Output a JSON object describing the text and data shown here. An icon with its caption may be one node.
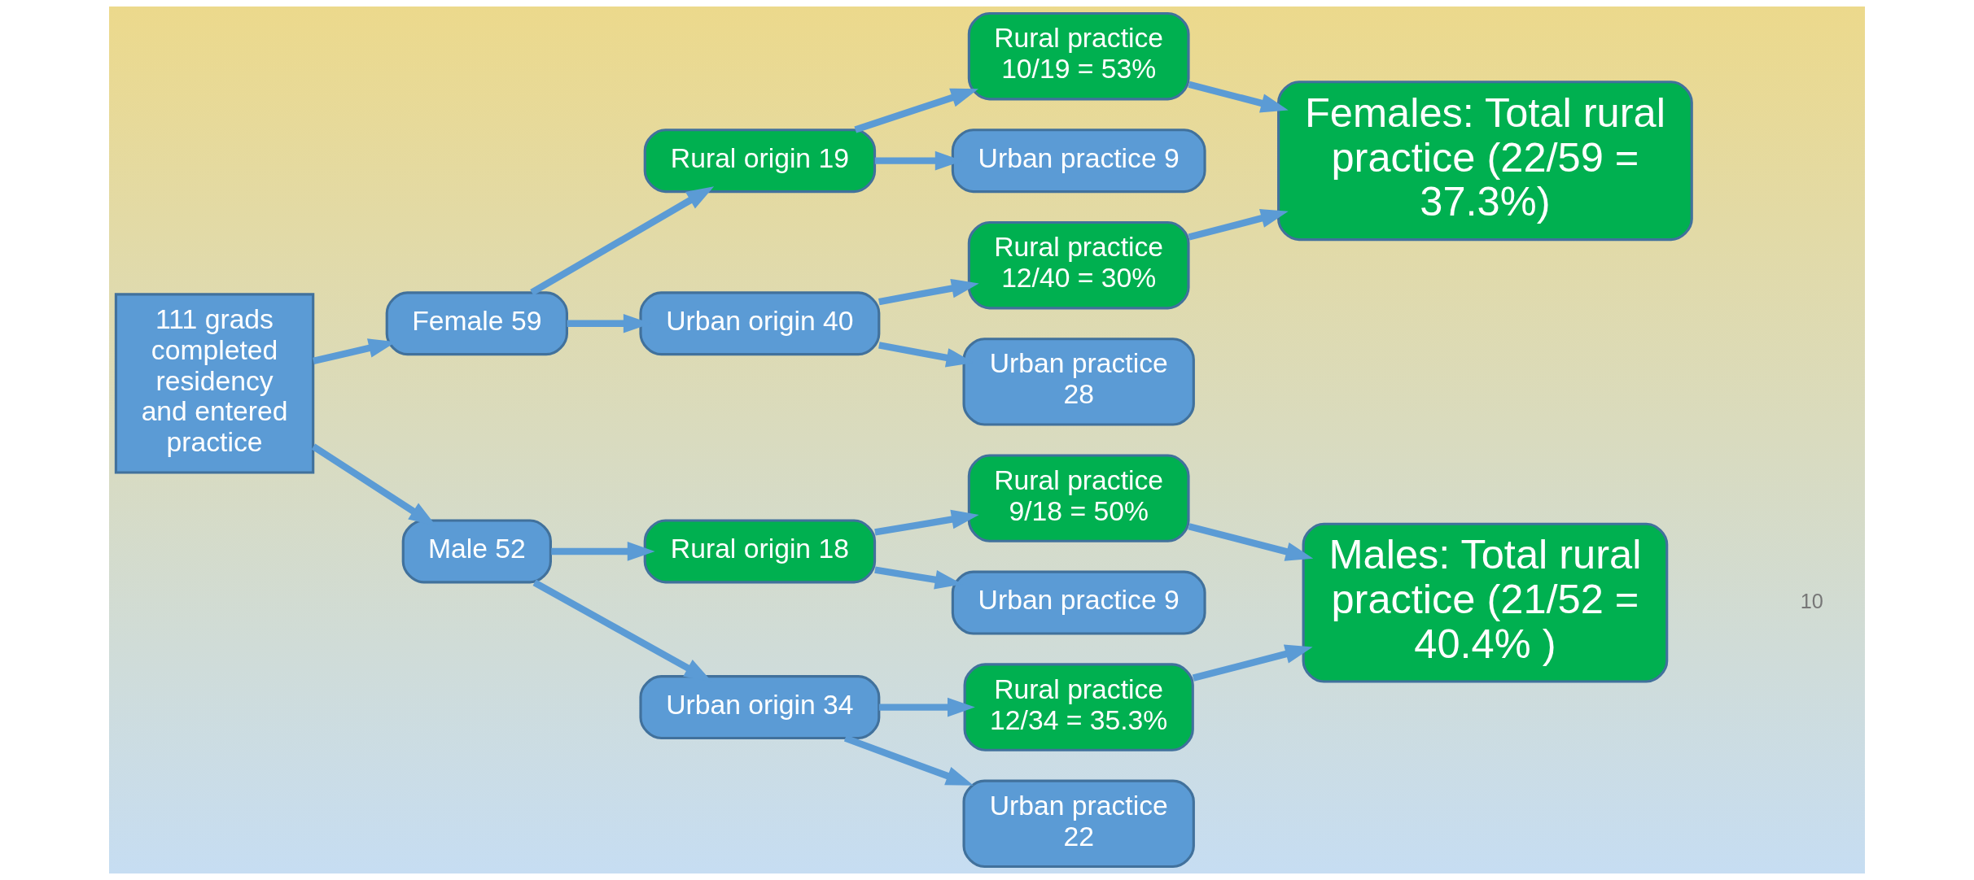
{
  "diagram": {
    "nodes": [
      {
        "text": [
          "111 grads completed residency and entered practice"
        ]
      },
      {
        "text": [
          "Female 59"
        ]
      },
      {
        "text": [
          "Male 52"
        ]
      },
      {
        "text": [
          "Rural origin 19"
        ]
      },
      {
        "text": [
          "Urban origin 40"
        ]
      },
      {
        "text": [
          "Rural origin 18"
        ]
      },
      {
        "text": [
          "Urban origin 34"
        ]
      },
      {
        "text": [
          "Rural practice 10/19 = 53%"
        ]
      },
      {
        "text": [
          "Urban practice 9"
        ]
      },
      {
        "text": [
          "Rural practice 12/40 = 30%"
        ]
      },
      {
        "text": [
          "Urban practice 28"
        ]
      },
      {
        "text": [
          "Rural practice 9/18 = 50%"
        ]
      },
      {
        "text": [
          "Urban practice 9"
        ]
      },
      {
        "text": [
          "Rural practice 12/34 = 35.3%"
        ]
      },
      {
        "text": [
          "Urban practice 22"
        ]
      },
      {
        "text": [
          "Females: Total rural practice (22/59 = 37.3%)"
        ]
      },
      {
        "text": [
          "Males: Total rural practice (21/52 = 40.4% )"
        ]
      }
    ],
    "edges": [
      {
        "from": 0,
        "to": 1,
        "arrow": "to"
      },
      {
        "from": 0,
        "to": 2,
        "arrow": "to"
      },
      {
        "from": 1,
        "to": 3,
        "arrow": "to"
      },
      {
        "from": 1,
        "to": 4,
        "arrow": "to"
      },
      {
        "from": 3,
        "to": 7,
        "arrow": "to"
      },
      {
        "from": 3,
        "to": 8,
        "arrow": "to"
      },
      {
        "from": 4,
        "to": 9,
        "arrow": "to"
      },
      {
        "from": 4,
        "to": 10,
        "arrow": "to"
      },
      {
        "from": 2,
        "to": 5,
        "arrow": "to"
      },
      {
        "from": 2,
        "to": 6,
        "arrow": "to"
      },
      {
        "from": 5,
        "to": 11,
        "arrow": "to"
      },
      {
        "from": 5,
        "to": 12,
        "arrow": "to"
      },
      {
        "from": 6,
        "to": 13,
        "arrow": "to"
      },
      {
        "from": 6,
        "to": 14,
        "arrow": "to"
      },
      {
        "from": 7,
        "to": 15,
        "arrow": "to"
      },
      {
        "from": 9,
        "to": 15,
        "arrow": "to"
      },
      {
        "from": 11,
        "to": 16,
        "arrow": "to"
      },
      {
        "from": 13,
        "to": 16,
        "arrow": "to"
      }
    ],
    "labels": [
      "10"
    ]
  }
}
